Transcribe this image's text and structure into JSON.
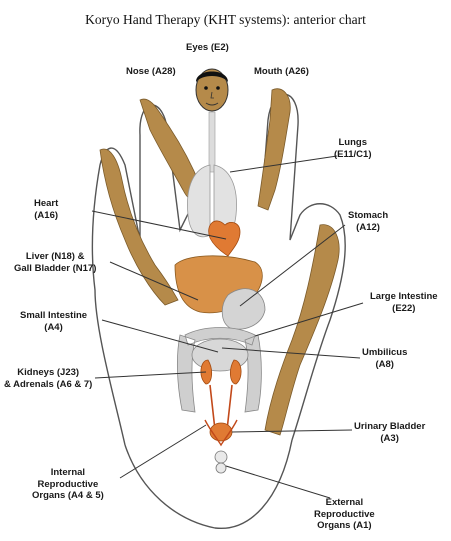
{
  "title": "Koryo Hand Therapy (KHT systems): anterior chart",
  "colors": {
    "skin": "#b58a4a",
    "hand_outline": "#555555",
    "organ_orange": "#e07a33",
    "liver": "#d89148",
    "intestine_grey": "#c9c9c9",
    "leader_line": "#333333"
  },
  "labels": {
    "eyes": [
      "Eyes (E2)"
    ],
    "nose": [
      "Nose (A28)"
    ],
    "mouth": [
      "Mouth (A26)"
    ],
    "lungs": [
      "Lungs",
      "(E11/C1)"
    ],
    "heart": [
      "Heart",
      "(A16)"
    ],
    "stomach": [
      "Stomach",
      "(A12)"
    ],
    "liver": [
      "Liver (N18) &",
      "Gall Bladder (N17)"
    ],
    "large_intestine": [
      "Large Intestine",
      "(E22)"
    ],
    "small_intestine": [
      "Small Intestine",
      "(A4)"
    ],
    "umbilicus": [
      "Umbilicus",
      "(A8)"
    ],
    "kidneys": [
      "Kidneys (J23)",
      "& Adrenals (A6 & 7)"
    ],
    "urinary_bladder": [
      "Urinary Bladder",
      "(A3)"
    ],
    "internal_reproductive": [
      "Internal",
      "Reproductive",
      "Organs (A4 & 5)"
    ],
    "external_reproductive": [
      "External",
      "Reproductive",
      "Organs (A1)"
    ]
  }
}
